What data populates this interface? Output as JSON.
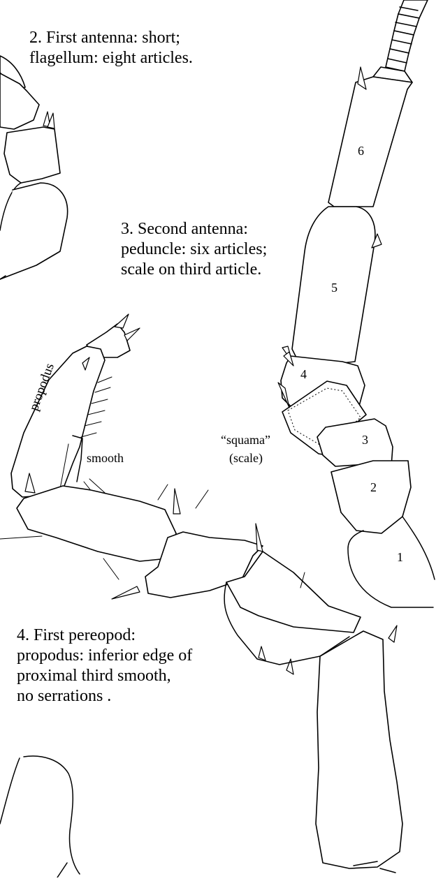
{
  "captions": {
    "first_antenna": [
      "2. First antenna: short;",
      "flagellum: eight articles."
    ],
    "second_antenna": [
      "3. Second antenna:",
      "peduncle: six articles;",
      "scale on third article."
    ],
    "first_pereopod": [
      "4. First pereopod:",
      "propodus: inferior edge of",
      "proximal third smooth,",
      "no serrations ."
    ]
  },
  "labels": {
    "article_numbers": [
      "6",
      "5",
      "4",
      "3",
      "2",
      "1"
    ],
    "propodus": "propodus",
    "smooth": "smooth",
    "squama": "“squama”",
    "scale": "(scale)"
  }
}
